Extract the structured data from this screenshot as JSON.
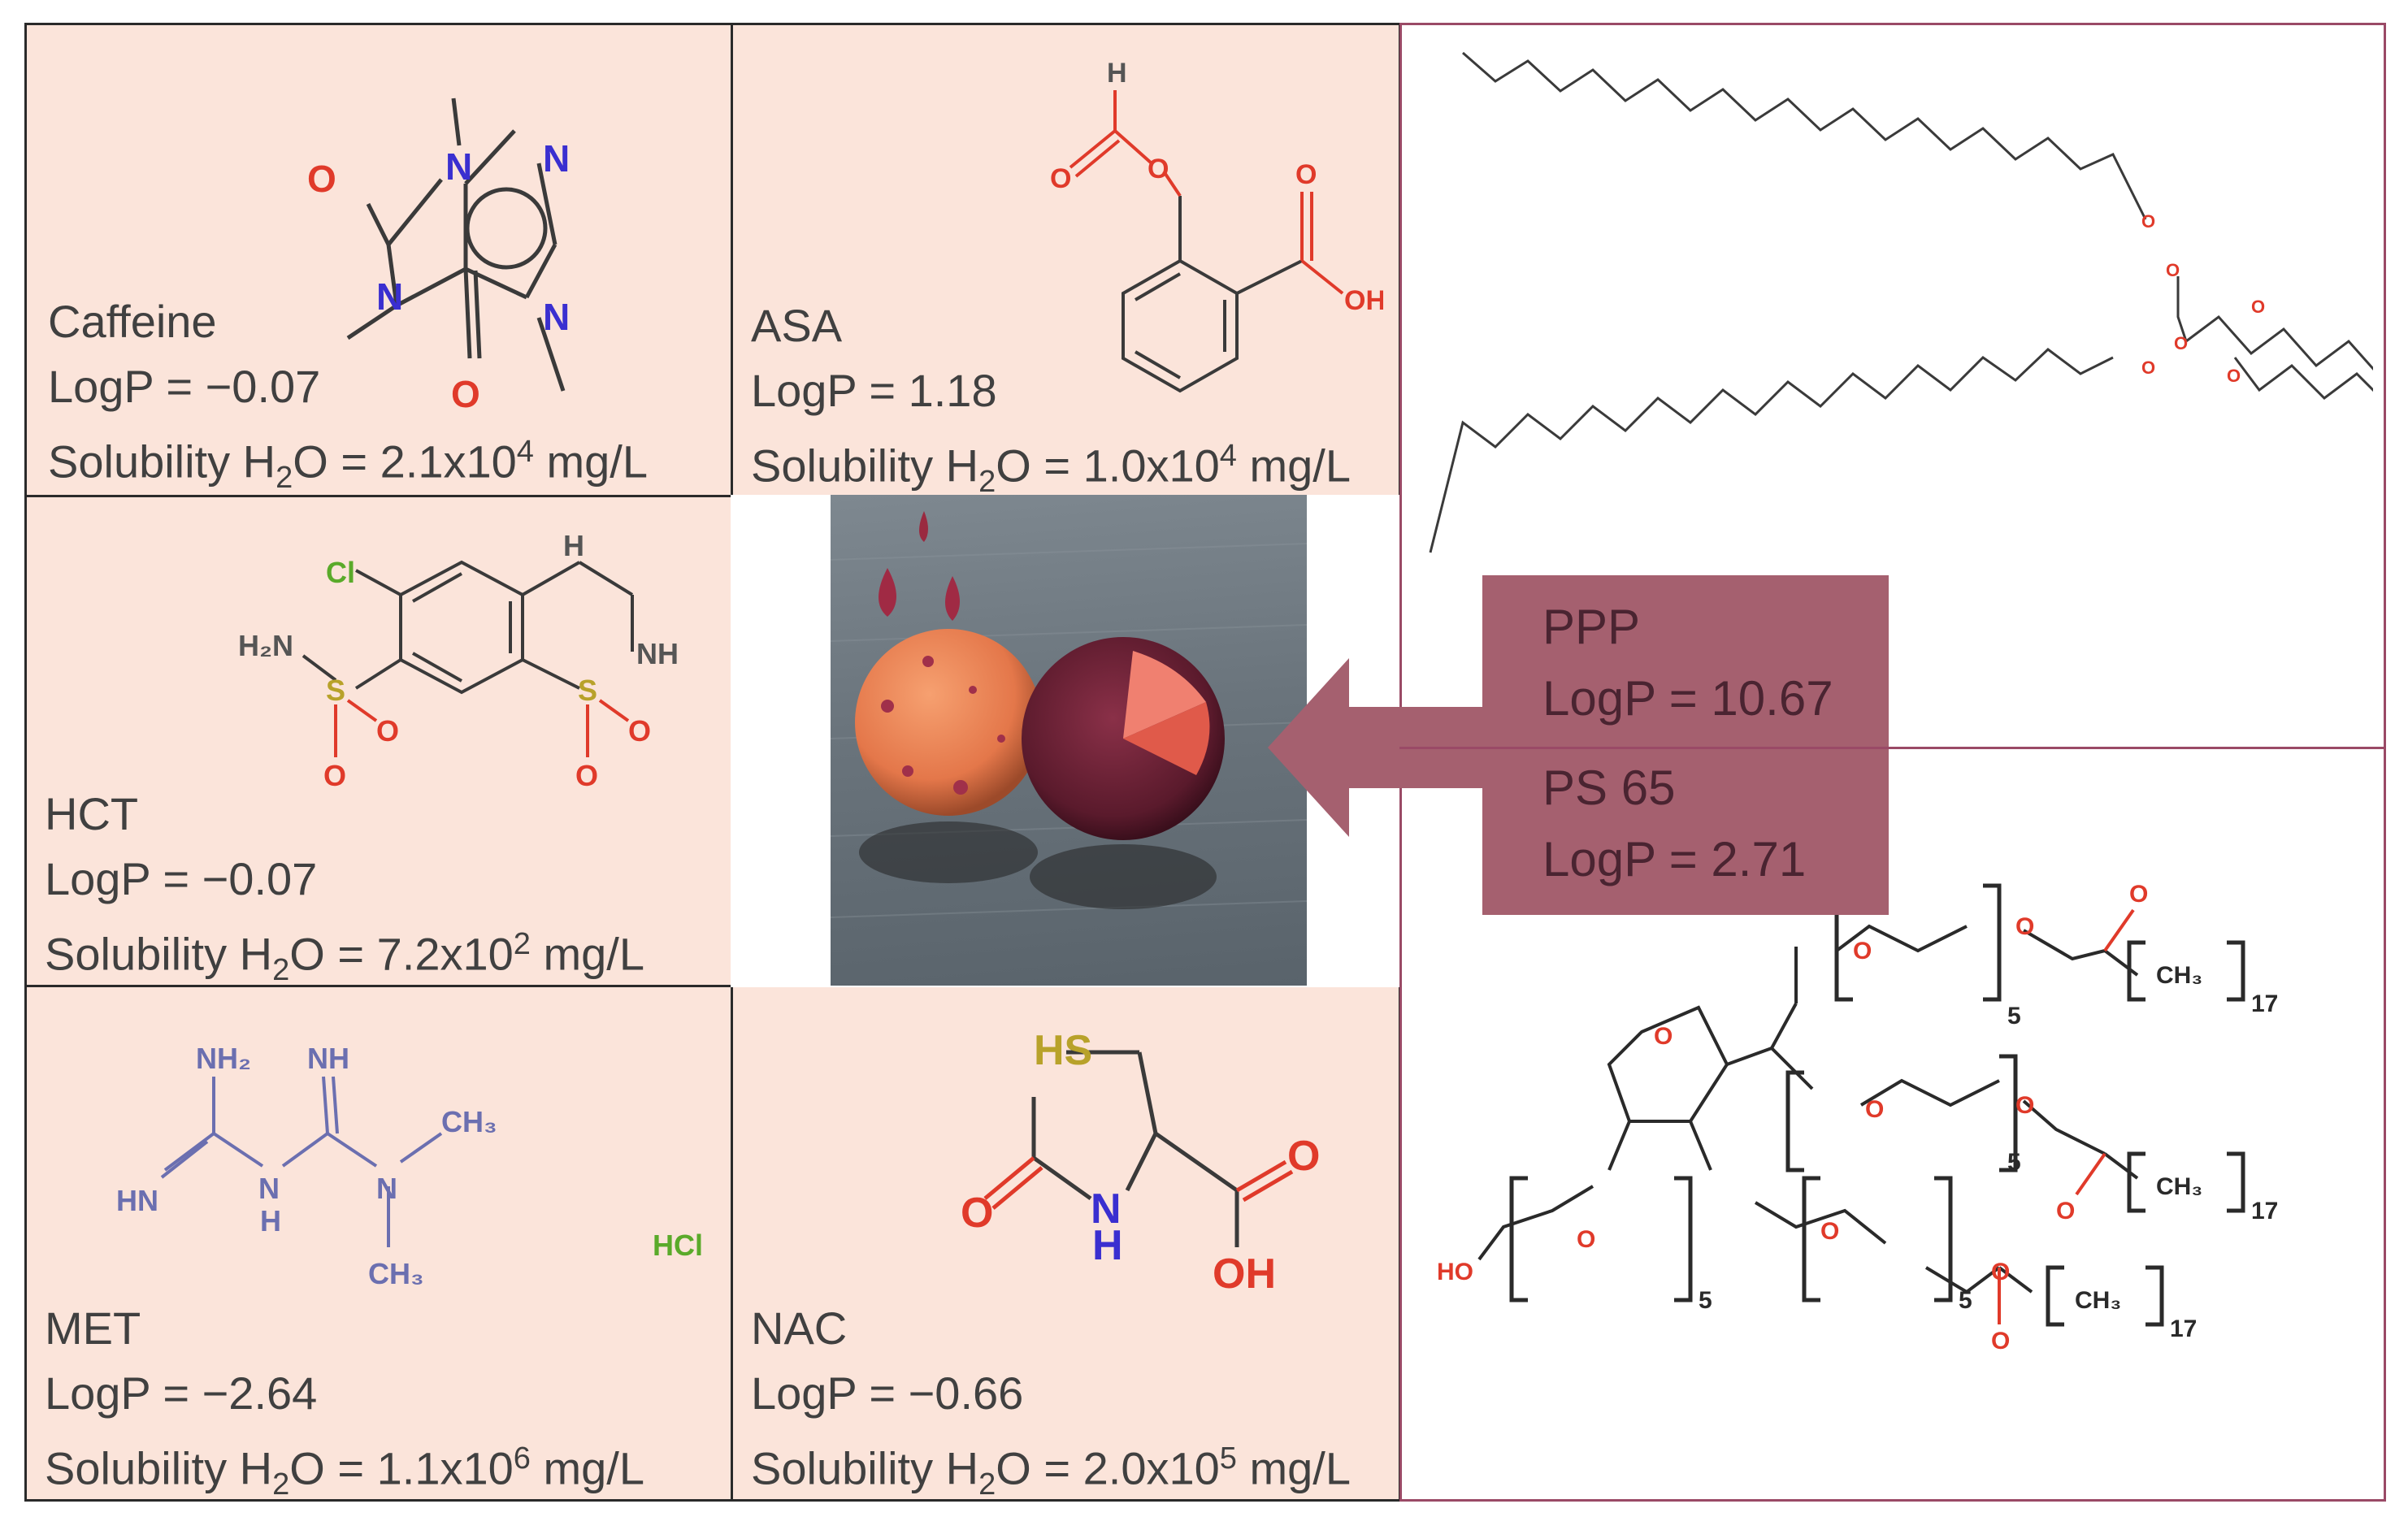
{
  "drugs": {
    "caffeine": {
      "name": "Caffeine",
      "logp": "LogP = −0.07",
      "sol_pre": "Solubility H",
      "sol_sub": "2",
      "sol_mid": "O = 2.1x10",
      "sol_sup": "4",
      "sol_post": " mg/L"
    },
    "asa": {
      "name": "ASA",
      "logp": "LogP = 1.18",
      "sol_pre": "Solubility H",
      "sol_sub": "2",
      "sol_mid": "O = 1.0x10",
      "sol_sup": "4",
      "sol_post": " mg/L"
    },
    "hct": {
      "name": "HCT",
      "logp": "LogP = −0.07",
      "sol_pre": "Solubility H",
      "sol_sub": "2",
      "sol_mid": "O = 7.2x10",
      "sol_sup": "2",
      "sol_post": " mg/L"
    },
    "met": {
      "name": "MET",
      "logp": "LogP = −2.64",
      "sol_pre": "Solubility H",
      "sol_sub": "2",
      "sol_mid": "O = 1.1x10",
      "sol_sup": "6",
      "sol_post": " mg/L"
    },
    "nac": {
      "name": "NAC",
      "logp": "LogP = −0.66",
      "sol_pre": "Solubility H",
      "sol_sub": "2",
      "sol_mid": "O = 2.0x10",
      "sol_sup": "5",
      "sol_post": " mg/L"
    }
  },
  "lipids": {
    "ppp": {
      "name": "PPP",
      "logp": "LogP = 10.67"
    },
    "ps65": {
      "name": "PS 65",
      "logp": "LogP = 2.71"
    }
  },
  "atoms": {
    "O": "O",
    "N": "N",
    "H": "H",
    "OH": "OH",
    "HO": "HO",
    "Cl": "Cl",
    "S": "S",
    "NH": "NH",
    "H2N": "H₂N",
    "NH2": "NH₂",
    "HN": "HN",
    "CH3": "CH₃",
    "HCl": "HCl",
    "HS": "HS",
    "n5": "5",
    "n17": "17"
  },
  "colors": {
    "drug_bg": "#fbe4da",
    "lipid_border": "#9a4a66",
    "arrow": "#a5606f",
    "oxygen": "#e03a2a",
    "nitrogen": "#3a2fd0",
    "chlorine": "#5aaa2a",
    "sulfur": "#b8a22a"
  }
}
